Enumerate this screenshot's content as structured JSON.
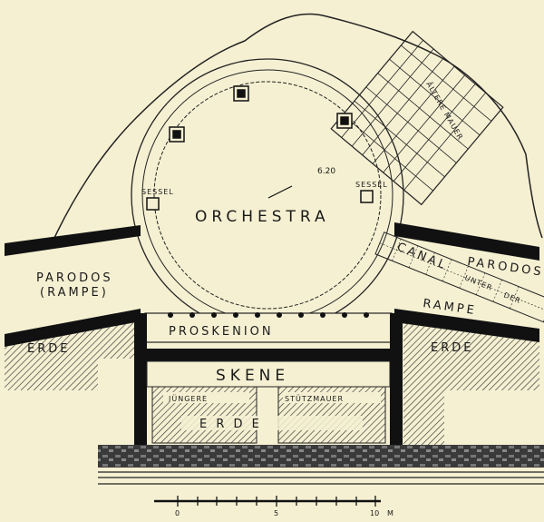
{
  "labels": {
    "older_wall": "ÄLTERE MAUER",
    "seat_left": "SESSEL",
    "seat_right": "SESSEL",
    "dimension": "6.20",
    "orchestra": "ORCHESTRA",
    "parodos_left": "PARODOS",
    "ramp_left": "(RAMPE)",
    "parodos_right": "PARODOS",
    "ramp_right": "RAMPE",
    "canal": "CANAL",
    "canal_under": "UNTER",
    "canal_der": "DER",
    "proskenion": "PROSKENION",
    "skene": "SKENE",
    "earth_left": "ERDE",
    "earth_right": "ERDE",
    "younger": "JÜNGERE",
    "retaining_wall": "STÜTZMAUER",
    "earth_center": "E R D E"
  },
  "scale_bar": {
    "start": "0",
    "mid": "5",
    "end": "10",
    "unit": "M"
  },
  "colors": {
    "paper": "#f5f0d2",
    "ink": "#1a1a1a"
  }
}
